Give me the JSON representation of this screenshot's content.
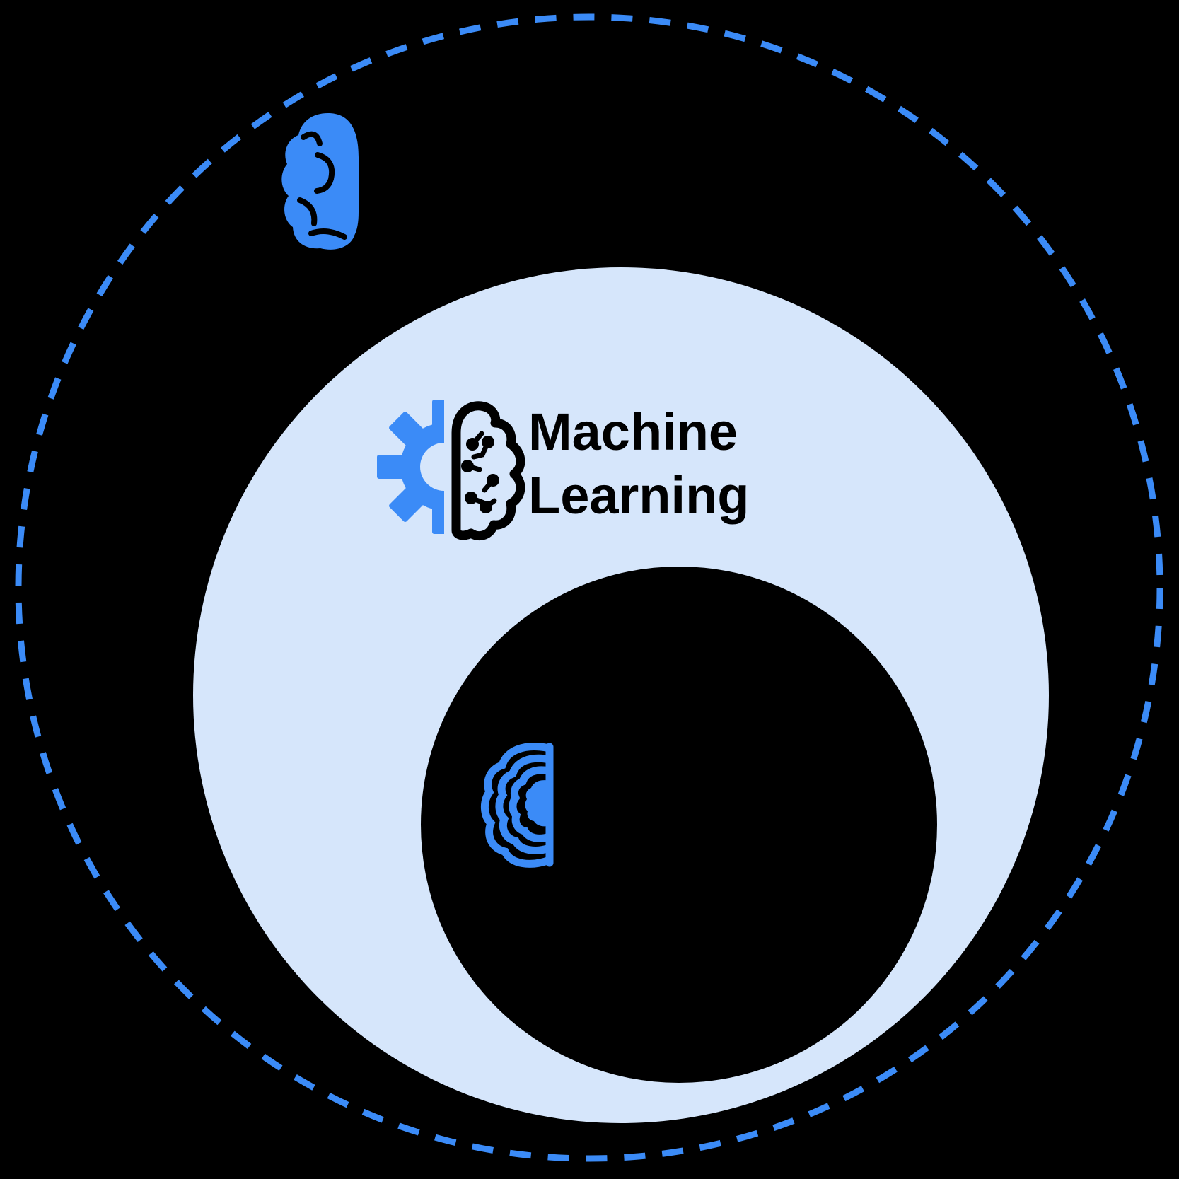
{
  "diagram": {
    "background_color": "#000000",
    "outer_circle": {
      "border_color": "#3b8bf7",
      "border_style": "dashed"
    },
    "middle_circle": {
      "fill_color": "#d6e6fb",
      "label": {
        "line1": "Machine",
        "line2": "Learning",
        "color": "#000000"
      }
    },
    "inner_circle": {
      "fill_color": "#000000"
    },
    "icons": {
      "ai_brain": {
        "color": "#3b8bf7",
        "detail_color": "#000000"
      },
      "ml_gear_brain": {
        "gear_color": "#3b8bf7",
        "brain_color": "#000000"
      },
      "dl_nested_brain": {
        "color": "#3b8bf7"
      }
    }
  }
}
